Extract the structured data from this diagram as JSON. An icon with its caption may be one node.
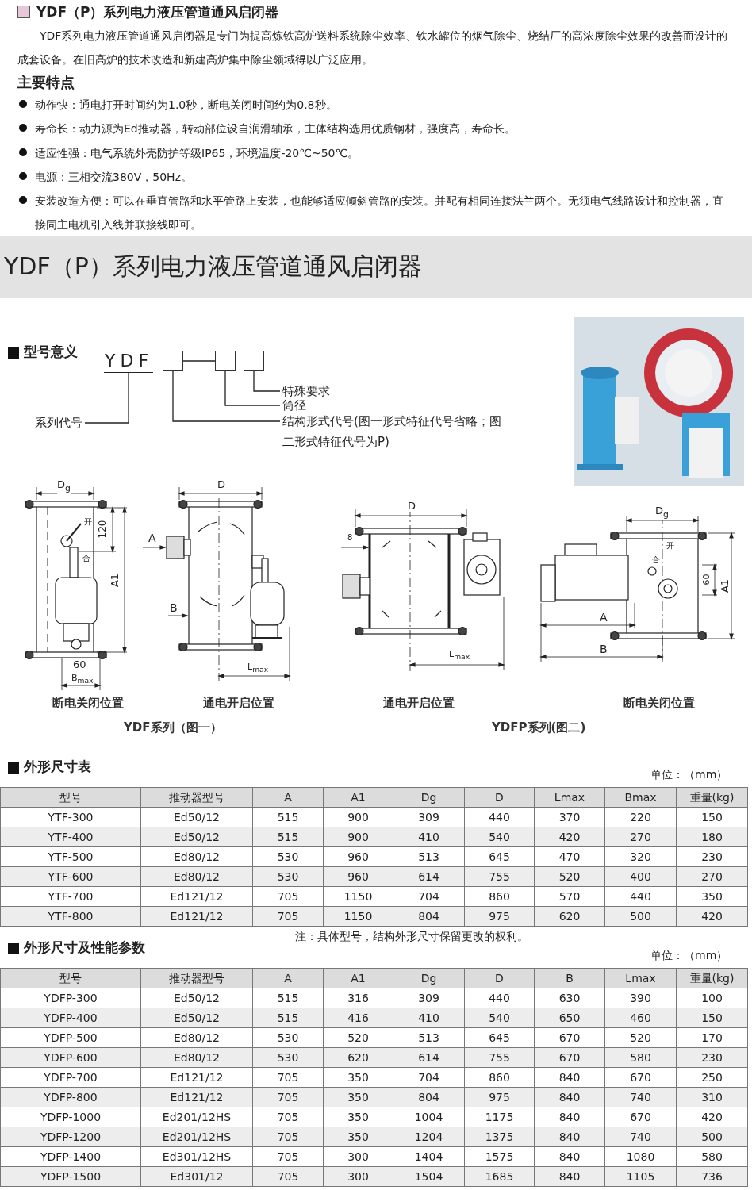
{
  "diagram": {
    "nodes": [
      {
        "text": [
          "YDF"
        ]
      },
      {
        "text": [],
        "shape": "box"
      },
      {
        "text": [],
        "shape": "box"
      },
      {
        "text": [],
        "shape": "box"
      },
      {
        "text": [
          "特殊要求"
        ]
      },
      {
        "text": [
          "筒径"
        ]
      },
      {
        "text": [
          "结构形式代号(图一形式特征代号省略；图二形式特征代号为P)"
        ]
      },
      {
        "text": [
          "系列代号"
        ]
      }
    ],
    "edges": [
      {
        "from": 0,
        "to": 7,
        "arrow": "none"
      },
      {
        "from": 1,
        "to": 2,
        "arrow": "none"
      },
      {
        "from": 3,
        "to": 4,
        "arrow": "none"
      },
      {
        "from": 2,
        "to": 5,
        "arrow": "none"
      },
      {
        "from": 1,
        "to": 6,
        "arrow": "none"
      }
    ],
    "labels": [
      "YDF（P）系列电力液压管道通风启闭器",
      "YDF系列电力液压管道通风启闭器是专门为提高炼铁高炉送料系统除尘效率、铁水罐位的烟气除尘、烧结厂的高浓度除尘效果的改善而设计的成套设备。在旧高炉的技术改造和新建高炉集中除尘领域得以广泛应用。",
      "主要特点",
      "动作快：通电打开时间约为1.0秒，断电关闭时间约为0.8秒。",
      "寿命长：动力源为Ed推动器，转动部位设自润滑轴承，主体结构选用优质钢材，强度高，寿命长。",
      "适应性强：电气系统外壳防护等级IP65，环境温度-20℃~50℃。",
      "电源：三相交流380V，50Hz。",
      "安装改造方便：可以在垂直管路和水平管路上安装，也能够适应倾斜管路的安装。并配有相同连接法兰两个。无须电气线路设计和控制器，直接同主电机引入线并联接线即可。",
      "YDF（P）系列电力液压管道通风启闭器",
      "型号意义",
      "D$_{g}$",
      "开",
      "合",
      "120",
      "A1",
      "60",
      "B$_{max}$",
      "D",
      "A",
      "B",
      "L$_{max}$",
      "D",
      "8",
      "L$_{max}$",
      "D$_{g}$",
      "开",
      "合",
      "60",
      "A1",
      "A",
      "B",
      "断电关闭位置",
      "通电开启位置",
      "通电开启位置",
      "断电关闭位置",
      "YDF系列（图一）",
      "YDFP系列(图二)",
      "外形尺寸表",
      "单位：（mm）",
      "型号",
      "推动器型号",
      "A",
      "A1",
      "Dg",
      "D",
      "Lmax",
      "Bmax",
      "重量(kg)",
      "YTF-300",
      "Ed50/12",
      "515",
      "900",
      "309",
      "440",
      "370",
      "220",
      "150",
      "YTF-400",
      "Ed50/12",
      "515",
      "900",
      "410",
      "540",
      "420",
      "270",
      "180",
      "YTF-500",
      "Ed80/12",
      "530",
      "960",
      "513",
      "645",
      "470",
      "320",
      "230",
      "YTF-600",
      "Ed80/12",
      "530",
      "960",
      "614",
      "755",
      "520",
      "400",
      "270",
      "YTF-700",
      "Ed121/12",
      "705",
      "1150",
      "704",
      "860",
      "570",
      "440",
      "350",
      "YTF-800",
      "Ed121/12",
      "705",
      "1150",
      "804",
      "975",
      "620",
      "500",
      "420",
      "注：具体型号，结构外形尺寸保留更改的权利。",
      "外形尺寸及性能参数",
      "单位：（mm）",
      "型号",
      "推动器型号",
      "A",
      "A1",
      "Dg",
      "D",
      "B",
      "Lmax",
      "重量(kg)",
      "YDFP-300",
      "Ed50/12",
      "515",
      "316",
      "309",
      "440",
      "630",
      "390",
      "100",
      "YDFP-400",
      "Ed50/12",
      "515",
      "416",
      "410",
      "540",
      "650",
      "460",
      "150",
      "YDFP-500",
      "Ed80/12",
      "530",
      "520",
      "513",
      "645",
      "670",
      "520",
      "170",
      "YDFP-600",
      "Ed80/12",
      "530",
      "620",
      "614",
      "755",
      "670",
      "580",
      "230",
      "YDFP-700",
      "Ed121/12",
      "705",
      "350",
      "704",
      "860",
      "840",
      "670",
      "250",
      "YDFP-800",
      "Ed121/12",
      "705",
      "350",
      "804",
      "975",
      "840",
      "740",
      "310",
      "YDFP-1000",
      "Ed201/12HS",
      "705",
      "350",
      "1004",
      "1175",
      "840",
      "670",
      "420",
      "YDFP-1200",
      "Ed201/12HS",
      "705",
      "350",
      "1204",
      "1375",
      "840",
      "740",
      "500",
      "YDFP-1400",
      "Ed301/12HS",
      "705",
      "300",
      "1404",
      "1575",
      "840",
      "1080",
      "580",
      "YDFP-1500",
      "Ed301/12",
      "705",
      "300",
      "1504",
      "1685",
      "840",
      "1105",
      "736"
    ]
  }
}
